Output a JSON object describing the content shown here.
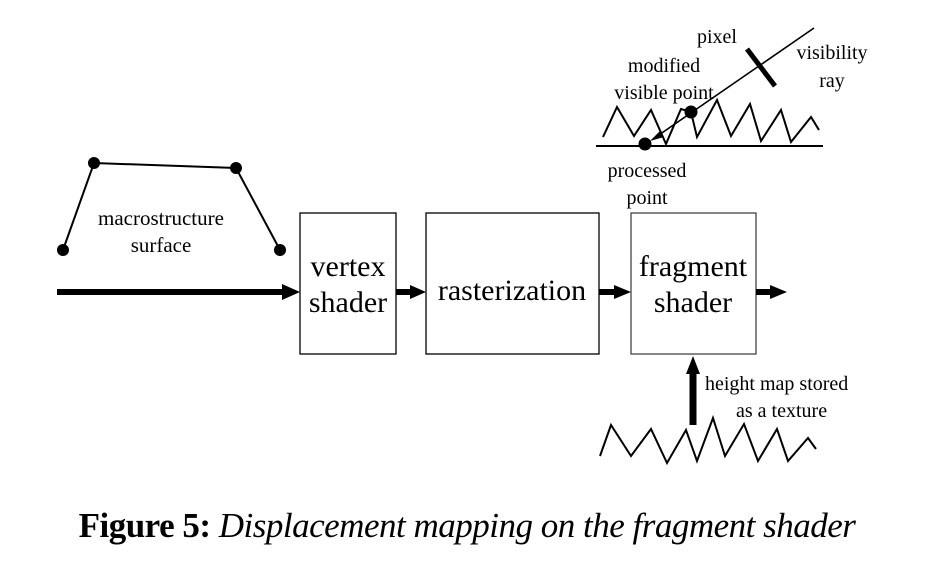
{
  "figure": {
    "caption_label": "Figure 5:",
    "caption_text": "Displacement mapping on the fragment shader"
  },
  "pipeline": {
    "stages": [
      {
        "id": "vertex-shader",
        "lines": [
          "vertex",
          "shader"
        ]
      },
      {
        "id": "rasterization",
        "lines": [
          "rasterization"
        ]
      },
      {
        "id": "fragment-shader",
        "lines": [
          "fragment",
          "shader"
        ]
      }
    ]
  },
  "labels": {
    "macrostructure": [
      "macrostructure",
      "surface"
    ],
    "modified_point": [
      "modified",
      "visible point"
    ],
    "pixel": "pixel",
    "visibility_ray": [
      "visibility",
      "ray"
    ],
    "processed_point": [
      "processed",
      "point"
    ],
    "height_map": [
      "height map stored",
      "as a texture"
    ]
  }
}
